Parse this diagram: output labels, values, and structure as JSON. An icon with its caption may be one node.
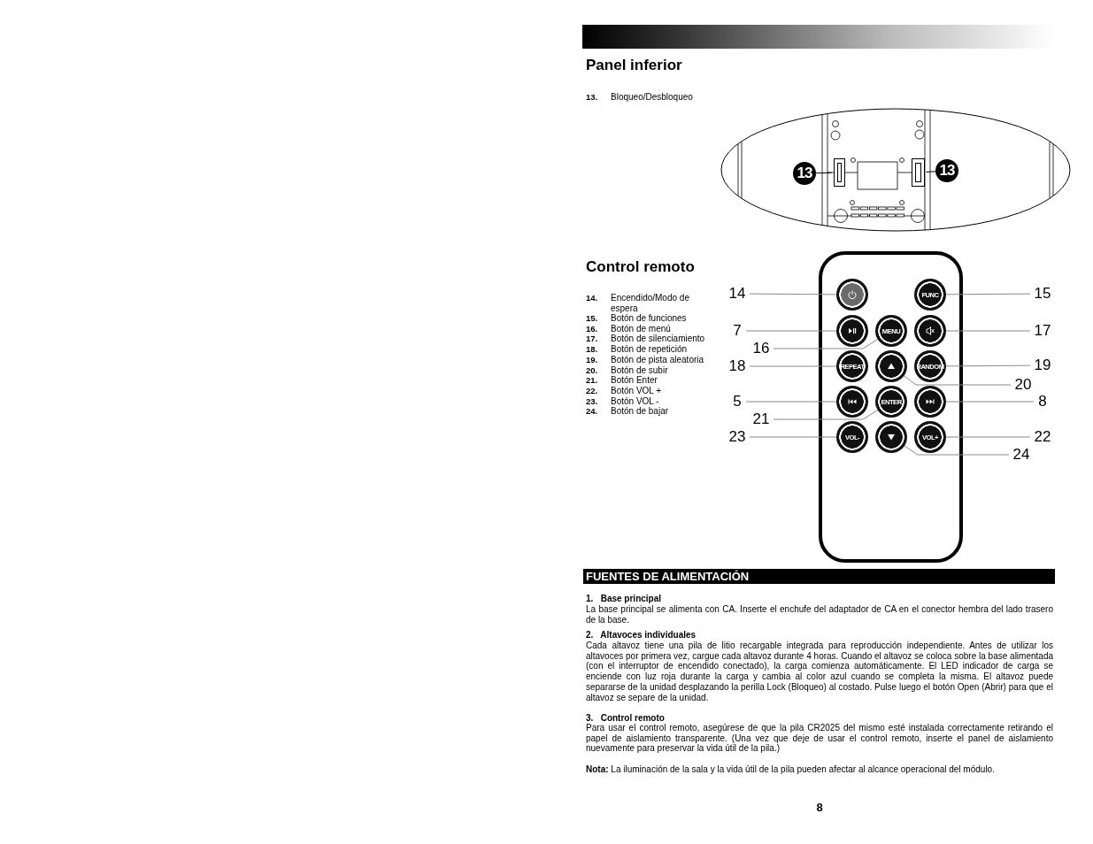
{
  "diagram": {
    "nodes": [
      {
        "text": [
          "13"
        ]
      },
      {
        "text": [],
        "shape": "box"
      },
      {
        "text": [],
        "shape": "box"
      },
      {
        "text": [
          "13"
        ]
      },
      {
        "text": [
          "14"
        ]
      },
      {
        "text": [],
        "shape": "circle"
      },
      {
        "text": [
          "FUNC"
        ]
      },
      {
        "text": [
          "15"
        ]
      },
      {
        "text": [
          "7"
        ]
      },
      {
        "text": [],
        "shape": "circle"
      },
      {
        "text": [
          "MENU"
        ]
      },
      {
        "text": [],
        "shape": "circle"
      },
      {
        "text": [
          "17"
        ]
      },
      {
        "text": [
          "16"
        ]
      },
      {
        "text": [
          "18"
        ]
      },
      {
        "text": [
          "REPEAT"
        ]
      },
      {
        "text": [],
        "shape": "circle"
      },
      {
        "text": [
          "RANDOM"
        ]
      },
      {
        "text": [
          "19"
        ]
      },
      {
        "text": [
          "20"
        ]
      },
      {
        "text": [
          "5"
        ]
      },
      {
        "text": [],
        "shape": "circle"
      },
      {
        "text": [
          "ENTER"
        ]
      },
      {
        "text": [],
        "shape": "circle"
      },
      {
        "text": [
          "8"
        ]
      },
      {
        "text": [
          "21"
        ]
      },
      {
        "text": [
          "23"
        ]
      },
      {
        "text": [
          "VOL-"
        ]
      },
      {
        "text": [],
        "shape": "circle"
      },
      {
        "text": [
          "VOL+"
        ]
      },
      {
        "text": [
          "22"
        ]
      },
      {
        "text": [
          "24"
        ]
      }
    ],
    "edges": [
      {
        "from": 0,
        "to": 1,
        "arrow": "none",
        "color": "#000000"
      },
      {
        "from": 3,
        "to": 2,
        "arrow": "none",
        "color": "#000000"
      },
      {
        "from": 4,
        "to": 5,
        "arrow": "none"
      },
      {
        "from": 7,
        "to": 6,
        "arrow": "none"
      },
      {
        "from": 8,
        "to": 9,
        "arrow": "none"
      },
      {
        "from": 12,
        "to": 11,
        "arrow": "none"
      },
      {
        "from": 13,
        "to": 10,
        "arrow": "none"
      },
      {
        "from": 14,
        "to": 15,
        "arrow": "none"
      },
      {
        "from": 18,
        "to": 17,
        "arrow": "none"
      },
      {
        "from": 19,
        "to": 16,
        "arrow": "none"
      },
      {
        "from": 20,
        "to": 21,
        "arrow": "none"
      },
      {
        "from": 24,
        "to": 23,
        "arrow": "none"
      },
      {
        "from": 25,
        "to": 22,
        "arrow": "none"
      },
      {
        "from": 26,
        "to": 27,
        "arrow": "none"
      },
      {
        "from": 30,
        "to": 29,
        "arrow": "none"
      },
      {
        "from": 31,
        "to": 28,
        "arrow": "none"
      }
    ],
    "labels": [
      "Panel inferior",
      "13.",
      "Bloqueo/Desbloqueo",
      "Control remoto",
      "14.",
      "Encendido/Modo de espera",
      "15.",
      "Botón de funciones",
      "16.",
      "Botón de menú",
      "17.",
      "Botón de silenciamiento",
      "18.",
      "Botón de repetición",
      "19.",
      "Botón de pista aleatoria",
      "20.",
      "Botón de subir",
      "21.",
      "Botón Enter",
      "22.",
      "Botón VOL +",
      "23.",
      "Botón VOL -",
      "24.",
      "Botón de bajar",
      "FUENTES DE ALIMENTACIÓN",
      "1.   Base principal",
      "La base principal se alimenta con CA. Inserte el enchufe del adaptador de CA en el conector hembra del lado trasero de la base.",
      "2.   Altavoces individuales",
      "Cada altavoz tiene una pila de litio recargable integrada para reproducción independiente. Antes de utilizar los altavoces por primera vez, cargue cada altavoz durante 4 horas. Cuando el altavoz se coloca sobre la base alimentada (con el interruptor de encendido conectado), la carga comienza automáticamente. El LED indicador de carga se enciende con luz roja durante la carga y cambia al color azul cuando se completa la misma. El altavoz puede separarse de la unidad desplazando la perilla Lock (Bloqueo) al costado. Pulse luego el botón Open (Abrir) para que el altavoz se separe de la unidad.",
      "3.   Control remoto",
      "Para usar el control remoto, asegúrese de que la pila CR2025 del mismo esté instalada correctamente retirando el papel de aislamiento transparente. (Una vez que deje de usar el control remoto, inserte el panel de aislamiento nuevamente para preservar la vida útil de la pila.)",
      "**Nota:** La iluminación de la sala y la vida útil de la pila pueden afectar al alcance operacional del módulo.",
      "8"
    ]
  }
}
